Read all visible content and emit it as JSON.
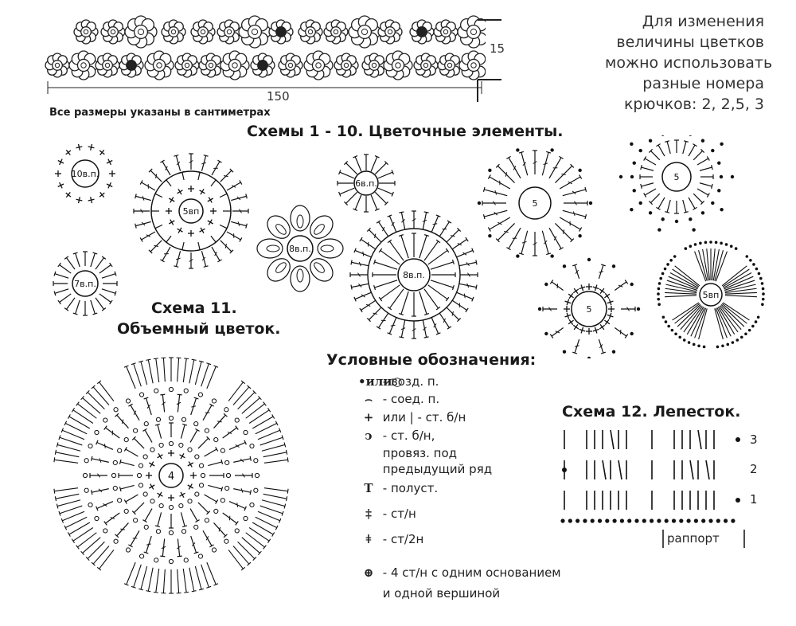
{
  "header": {
    "note_lines": [
      "Для изменения",
      "величины цветков",
      "можно использовать",
      "разные номера",
      "крючков: 2, 2,5, 3"
    ],
    "dim_height": "15",
    "dim_width": "150",
    "sizes_caption": "Все размеры указаны в сантиметрах"
  },
  "titles": {
    "schemes_1_10": "Схемы 1 - 10. Цветочные элементы.",
    "scheme_11_line1": "Схема 11.",
    "scheme_11_line2": "Объемный цветок.",
    "legend_title": "Условные обозначения:",
    "scheme_12": "Схема 12. Лепесток."
  },
  "motif_labels": {
    "m1": "10в.п.",
    "m2": "5вп",
    "m3": "6в.п.",
    "m4": "5",
    "m5": "5",
    "m6": "7в.п.",
    "m7": "8в.п.",
    "m8": "8в.п.",
    "m9": "5",
    "m10": "5вп",
    "m11": "4"
  },
  "legend": [
    {
      "symbol": "•или○",
      "text": "- возд. п."
    },
    {
      "symbol": "⌢",
      "text": "- соед. п."
    },
    {
      "symbol": "+",
      "text": "или | - ст. б/н"
    },
    {
      "symbol": "ↄ",
      "text": "- ст. б/н,"
    },
    {
      "symbol": "",
      "text": "провяз. под"
    },
    {
      "symbol": "",
      "text": "предыдущий ряд"
    },
    {
      "symbol": "T",
      "text": "- полуст."
    },
    {
      "symbol": "‡",
      "text": "- ст/н"
    },
    {
      "symbol": "ǂ",
      "text": "- ст/2н"
    },
    {
      "symbol": "⊕",
      "text": "- 4 ст/н с одним основанием"
    },
    {
      "symbol": "",
      "text": "и одной вершиной"
    }
  ],
  "scheme12": {
    "row_labels": [
      "3",
      "2",
      "1"
    ],
    "rapport_label": "раппорт"
  }
}
